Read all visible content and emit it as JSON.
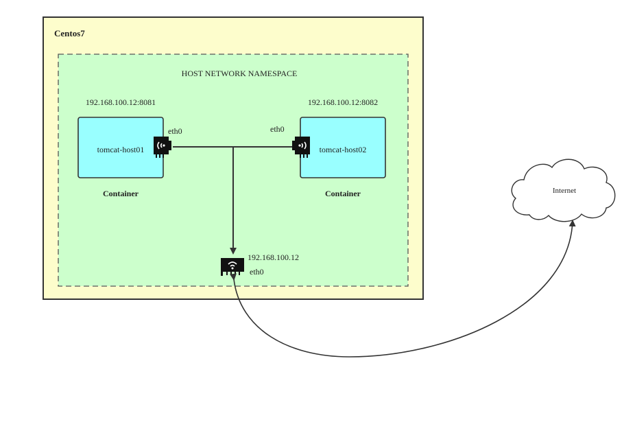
{
  "host": {
    "title": "Centos7",
    "namespace_label": "HOST NETWORK NAMESPACE"
  },
  "containers": [
    {
      "name": "tomcat-host01",
      "address": "192.168.100.12:8081",
      "iface": "eth0",
      "caption": "Container"
    },
    {
      "name": "tomcat-host02",
      "address": "192.168.100.12:8082",
      "iface": "eth0",
      "caption": "Container"
    }
  ],
  "host_nic": {
    "address": "192.168.100.12",
    "iface": "eth0"
  },
  "internet": {
    "label": "Internet"
  },
  "colors": {
    "host_bg": "#fdfdcc",
    "namespace_bg": "#ccffcc",
    "container_bg": "#99ffff",
    "stroke": "#333333"
  },
  "icons": {
    "nic": "network-card-icon",
    "cloud": "cloud-icon"
  }
}
